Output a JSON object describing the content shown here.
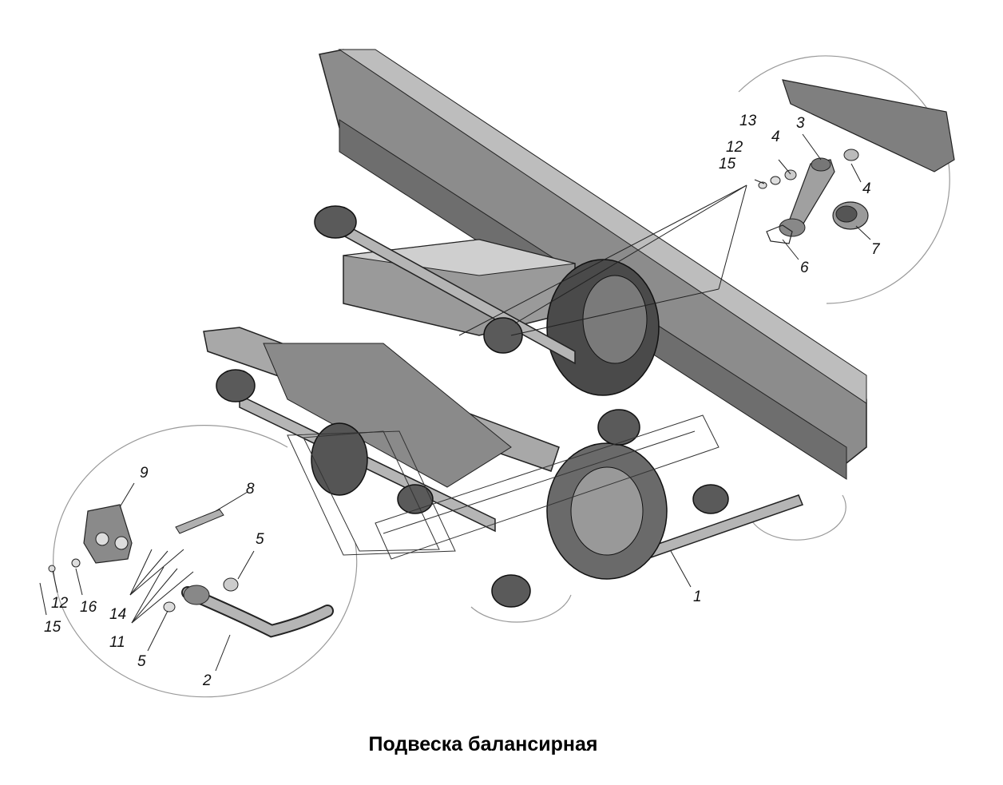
{
  "caption": "Подвеска балансирная",
  "callouts": {
    "c1": "1",
    "c2": "2",
    "c3": "3",
    "c4a": "4",
    "c4b": "4",
    "c5a": "5",
    "c5b": "5",
    "c6": "6",
    "c7": "7",
    "c8": "8",
    "c9": "9",
    "c11": "11",
    "c12a": "12",
    "c12b": "12",
    "c13": "13",
    "c14": "14",
    "c15a": "15",
    "c15b": "15",
    "c16": "16"
  },
  "colors": {
    "part_fill": "#9a9a9a",
    "part_dark": "#3c3c3c",
    "part_light": "#d6d6d6",
    "line": "#222222"
  }
}
